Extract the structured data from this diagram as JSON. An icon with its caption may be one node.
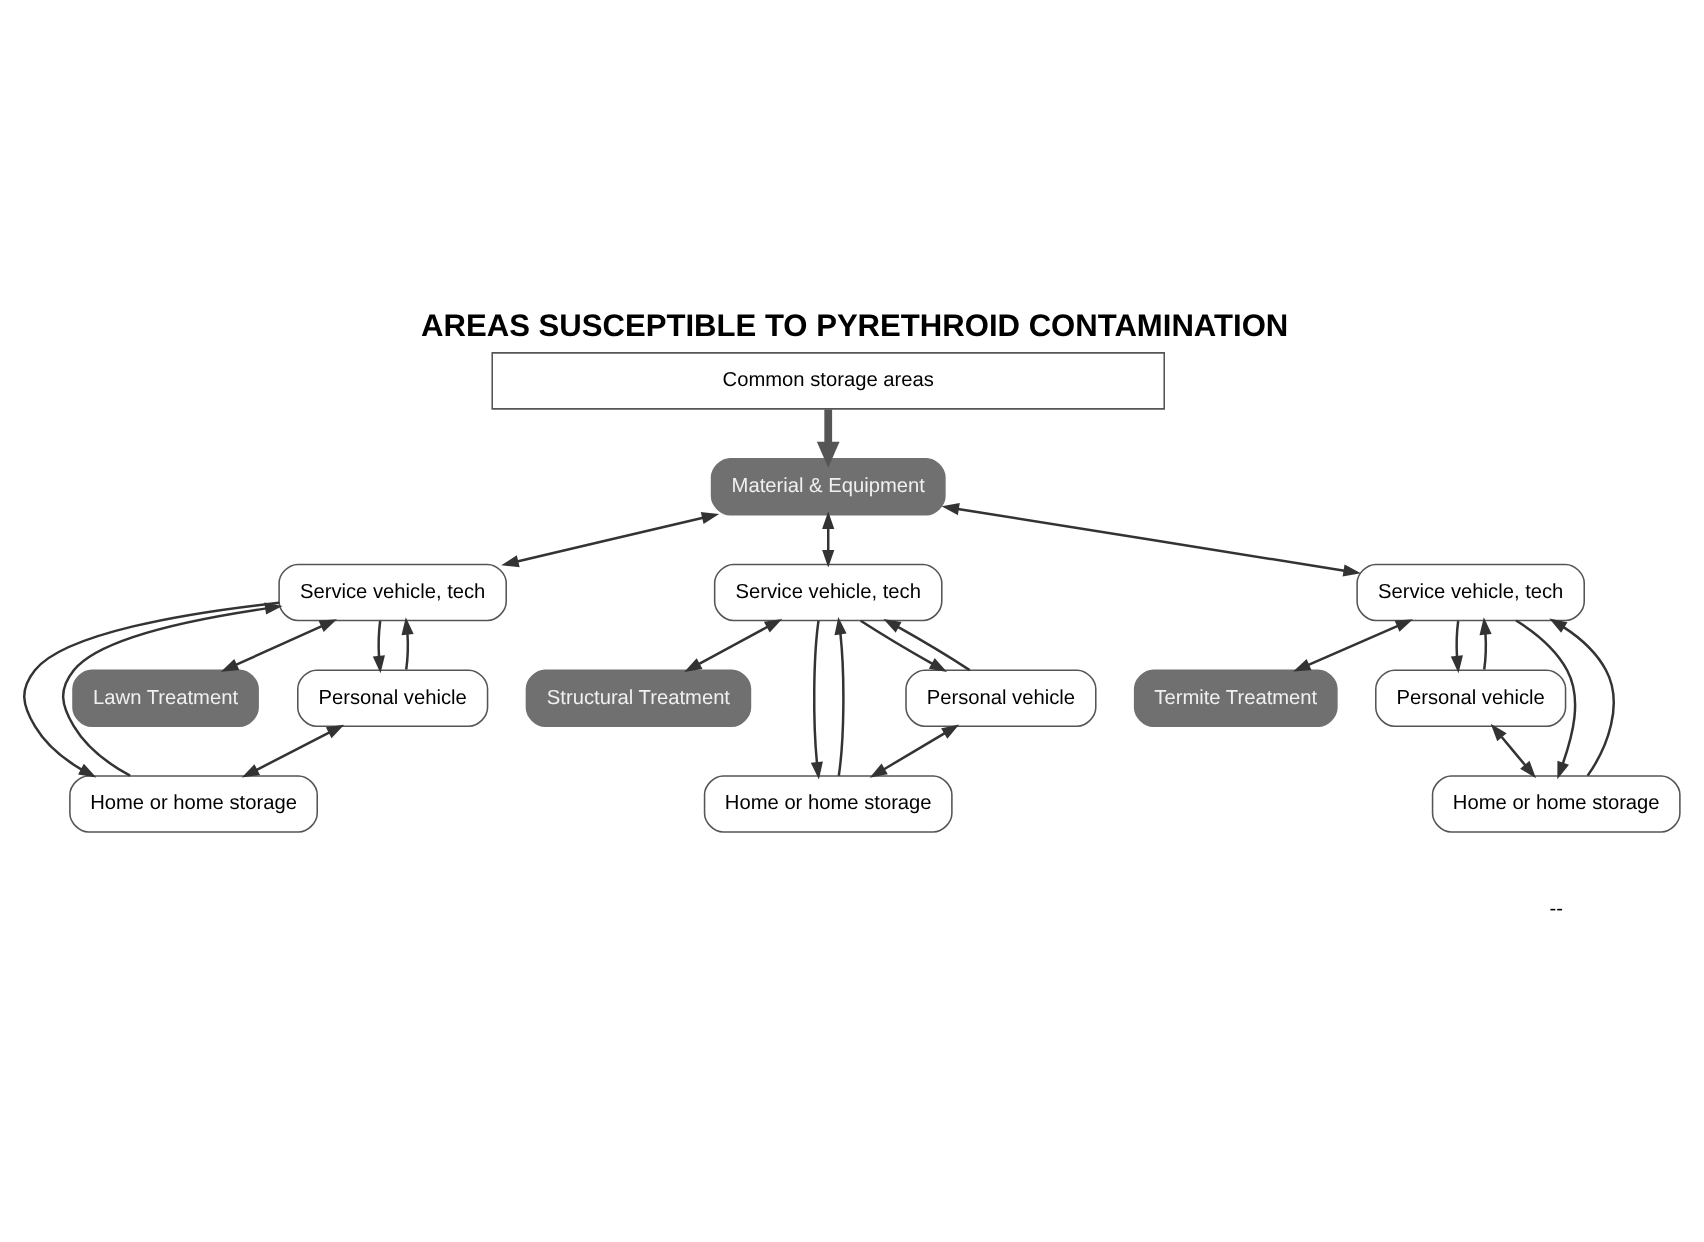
{
  "diagram": {
    "title": "AREAS SUSCEPTIBLE TO PYRETHROID CONTAMINATION",
    "nodes": [
      {
        "text": [
          "Common storage areas"
        ]
      },
      {
        "text": [
          "Material & Equipment"
        ]
      },
      {
        "text": [
          "Service vehicle, tech"
        ]
      },
      {
        "text": [
          "Lawn Treatment"
        ]
      },
      {
        "text": [
          "Personal vehicle"
        ]
      },
      {
        "text": [
          "Home or home storage"
        ]
      },
      {
        "text": [
          "Service vehicle, tech"
        ]
      },
      {
        "text": [
          "Structural Treatment"
        ]
      },
      {
        "text": [
          "Personal vehicle"
        ]
      },
      {
        "text": [
          "Home or home storage"
        ]
      },
      {
        "text": [
          "Service vehicle, tech"
        ]
      },
      {
        "text": [
          "Termite Treatment"
        ]
      },
      {
        "text": [
          "Personal vehicle"
        ]
      },
      {
        "text": [
          "Home or home storage"
        ]
      }
    ],
    "edges": [
      {
        "from": 0,
        "to": 1,
        "arrow": "to",
        "style": "thick"
      },
      {
        "from": 1,
        "to": 2,
        "arrow": "both"
      },
      {
        "from": 1,
        "to": 6,
        "arrow": "both"
      },
      {
        "from": 1,
        "to": 10,
        "arrow": "both"
      },
      {
        "from": 2,
        "to": 3,
        "arrow": "both"
      },
      {
        "from": 2,
        "to": 4,
        "arrow": "to"
      },
      {
        "from": 2,
        "to": 5,
        "arrow": "to"
      },
      {
        "from": 4,
        "to": 2,
        "arrow": "to"
      },
      {
        "from": 5,
        "to": 2,
        "arrow": "to"
      },
      {
        "from": 4,
        "to": 5,
        "arrow": "both"
      },
      {
        "from": 6,
        "to": 7,
        "arrow": "both"
      },
      {
        "from": 6,
        "to": 8,
        "arrow": "to"
      },
      {
        "from": 6,
        "to": 9,
        "arrow": "to"
      },
      {
        "from": 8,
        "to": 6,
        "arrow": "to"
      },
      {
        "from": 9,
        "to": 6,
        "arrow": "to"
      },
      {
        "from": 8,
        "to": 9,
        "arrow": "both"
      },
      {
        "from": 10,
        "to": 11,
        "arrow": "both"
      },
      {
        "from": 10,
        "to": 12,
        "arrow": "to"
      },
      {
        "from": 10,
        "to": 13,
        "arrow": "to"
      },
      {
        "from": 12,
        "to": 10,
        "arrow": "to"
      },
      {
        "from": 13,
        "to": 10,
        "arrow": "to"
      },
      {
        "from": 12,
        "to": 13,
        "arrow": "both"
      }
    ],
    "labels": [
      "--"
    ]
  }
}
